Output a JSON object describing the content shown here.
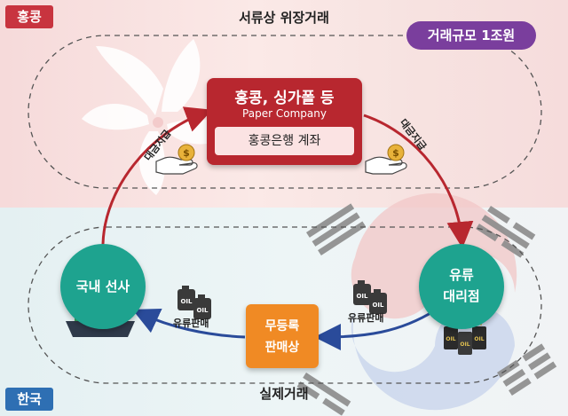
{
  "regions": {
    "hong_kong": {
      "label": "홍콩",
      "color": "#c8343f"
    },
    "korea": {
      "label": "한국",
      "color": "#2e6fb3"
    }
  },
  "top_title": "서류상 위장거래",
  "bottom_title": "실제거래",
  "scale_badge": {
    "label": "거래규모 1조원",
    "color": "#7a3e9d"
  },
  "paper_company": {
    "title": "홍콩, 싱가폴 등",
    "subtitle": "Paper Company",
    "bank_account": "홍콩은행 계좌",
    "color": "#b8272f"
  },
  "domestic_shipper": {
    "label": "국내 선사",
    "color": "#1ea38f"
  },
  "oil_dealer": {
    "line1": "유류",
    "line2": "대리점",
    "color": "#1ea38f"
  },
  "unregistered_seller": {
    "line1": "무등록",
    "line2": "판매상",
    "color": "#f08a24"
  },
  "edges": {
    "payment_left": "대금지급",
    "payment_right": "대금지급",
    "oil_sale_left": "유류판매",
    "oil_sale_right": "유류판매"
  },
  "icons": {
    "oil_can_label": "OIL",
    "coin_symbol": "$"
  }
}
